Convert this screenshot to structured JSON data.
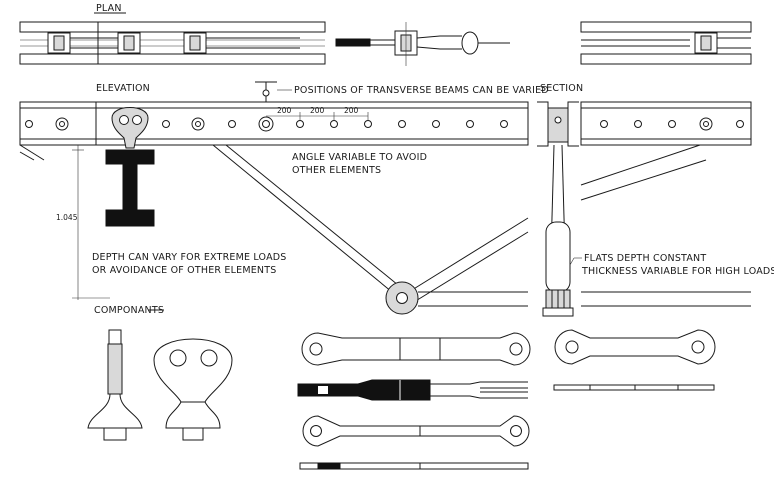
{
  "labels": {
    "plan": "PLAN",
    "elevation": "ELEVATION",
    "section": "SECTION",
    "components": "COMPONANTS",
    "transverse_note": "POSITIONS OF TRANSVERSE BEAMS CAN BE VARIED",
    "dim_200_a": "200",
    "dim_200_b": "200",
    "dim_200_c": "200",
    "angle_note_1": "ANGLE VARIABLE TO AVOID",
    "angle_note_2": "OTHER ELEMENTS",
    "depth_dim": "1.045",
    "depth_note_1": "DEPTH CAN VARY FOR EXTREME LOADS",
    "depth_note_2": "OR AVOIDANCE OF OTHER ELEMENTS",
    "flats_note_1": "FLATS DEPTH CONSTANT",
    "flats_note_2": "THICKNESS VARIABLE FOR HIGH LOADS"
  }
}
